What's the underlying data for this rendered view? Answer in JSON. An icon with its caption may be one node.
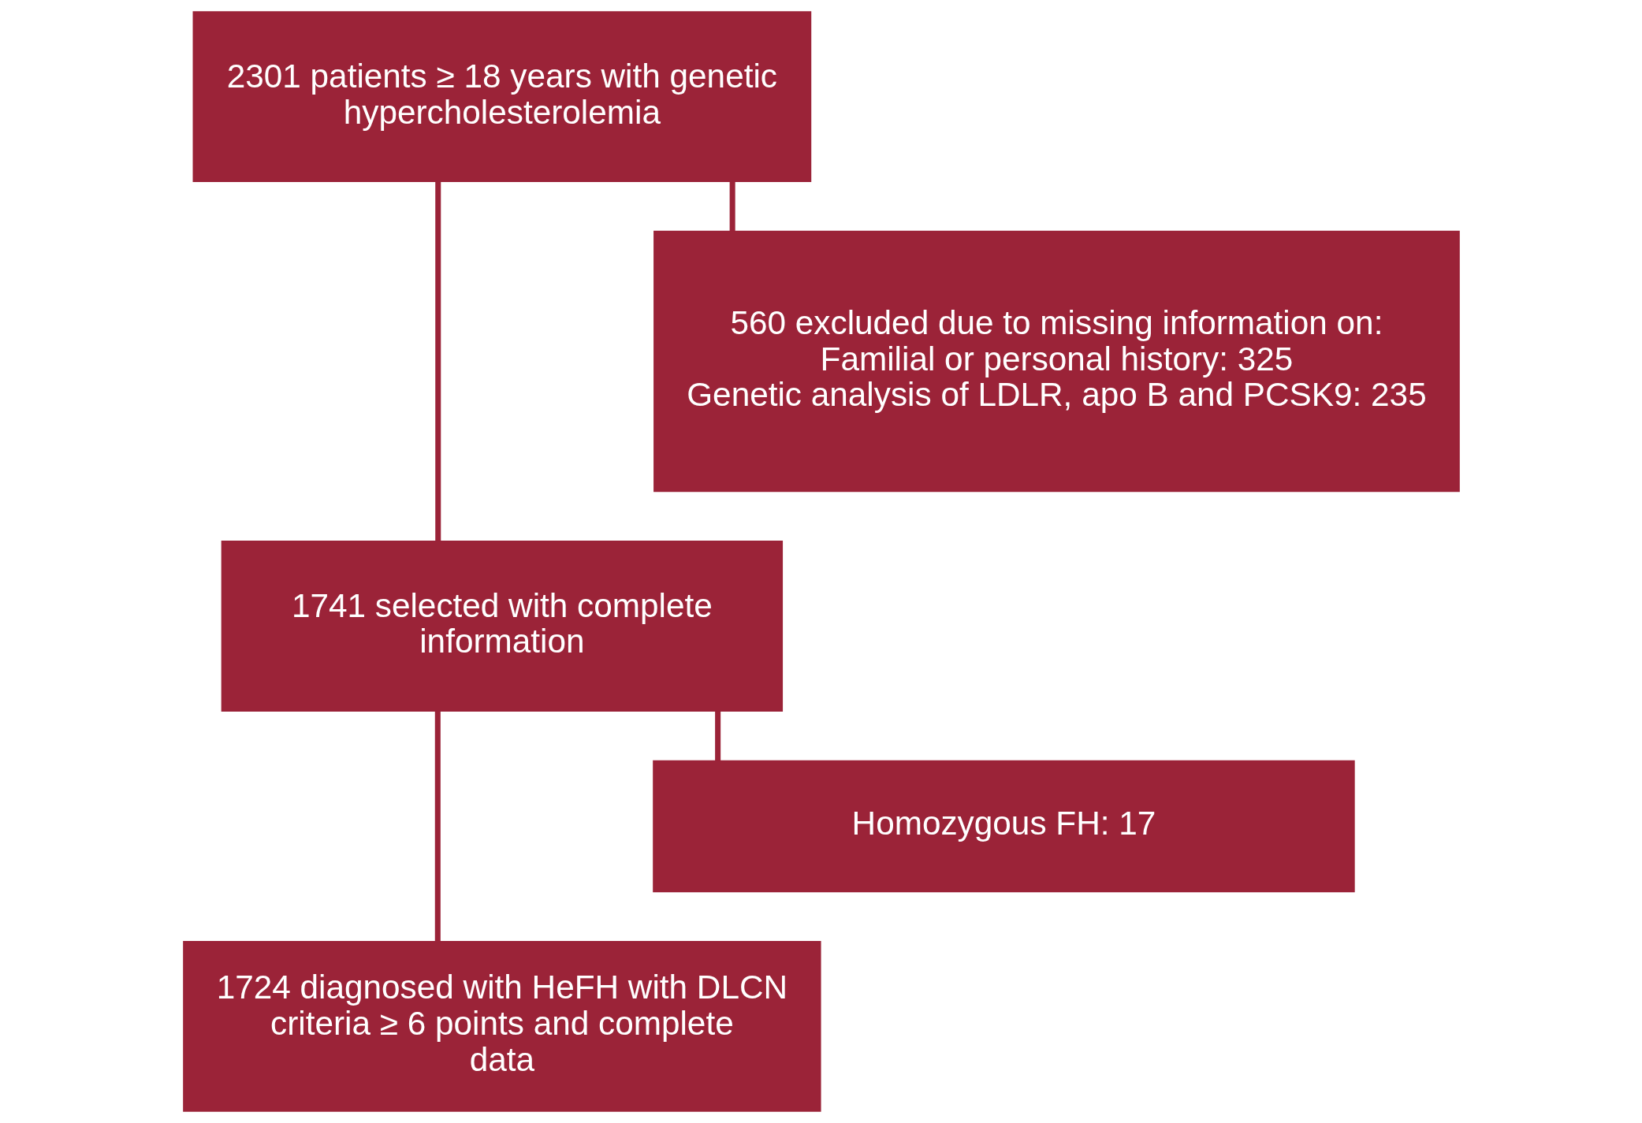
{
  "diagram": {
    "nodes": [
      {
        "text": [
          "2301 patients ≥ 18 years with genetic hypercholesterolemia"
        ]
      },
      {
        "text": [
          "560 excluded due to missing information on:",
          "Familial or personal history: 325",
          "Genetic analysis of LDLR, apo B and PCSK9: 235"
        ]
      },
      {
        "text": [
          "1741 selected with complete information"
        ]
      },
      {
        "text": [
          "Homozygous FH: 17"
        ]
      },
      {
        "text": [
          "1724 diagnosed with HeFH with DLCN criteria ≥ 6 points and complete data"
        ]
      }
    ],
    "edges": [
      {
        "from": 0,
        "to": 2,
        "arrow": "none"
      },
      {
        "from": 0,
        "to": 1,
        "arrow": "none"
      },
      {
        "from": 2,
        "to": 4,
        "arrow": "none"
      },
      {
        "from": 2,
        "to": 3,
        "arrow": "none"
      }
    ]
  }
}
